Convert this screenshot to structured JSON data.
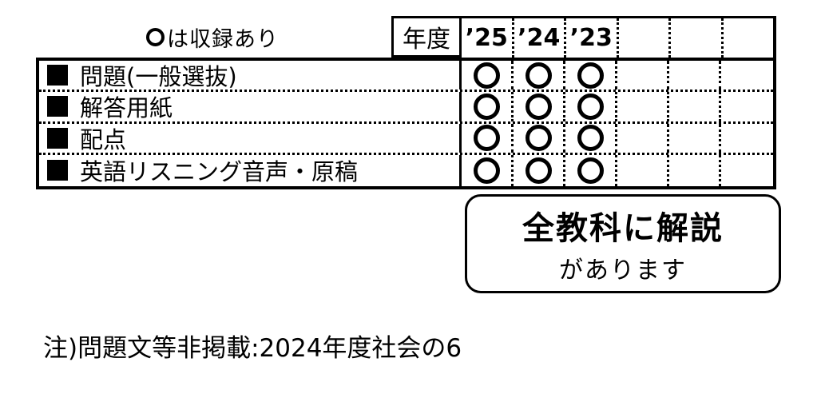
{
  "legend": {
    "circle_icon": "ring-circle",
    "text": "は収録あり"
  },
  "header": {
    "year_label": "年度",
    "columns": [
      "’25",
      "’24",
      "’23",
      "",
      "",
      ""
    ]
  },
  "table": {
    "rows": [
      {
        "bullet_icon": "black-square",
        "label": "問題(一般選抜)",
        "marks": [
          "○",
          "○",
          "○",
          "",
          "",
          ""
        ]
      },
      {
        "bullet_icon": "black-square",
        "label": "解答用紙",
        "marks": [
          "○",
          "○",
          "○",
          "",
          "",
          ""
        ]
      },
      {
        "bullet_icon": "black-square",
        "label": "配点",
        "marks": [
          "○",
          "○",
          "○",
          "",
          "",
          ""
        ]
      },
      {
        "bullet_icon": "black-square",
        "label": "英語リスニング音声・原稿",
        "marks": [
          "○",
          "○",
          "○",
          "",
          "",
          ""
        ]
      }
    ]
  },
  "callout": {
    "line1": "全教科に解説",
    "line2": "があります"
  },
  "footnote": "注)問題文等非掲載:2024年度社会の6",
  "colors": {
    "ink": "#000000",
    "background": "#ffffff"
  }
}
